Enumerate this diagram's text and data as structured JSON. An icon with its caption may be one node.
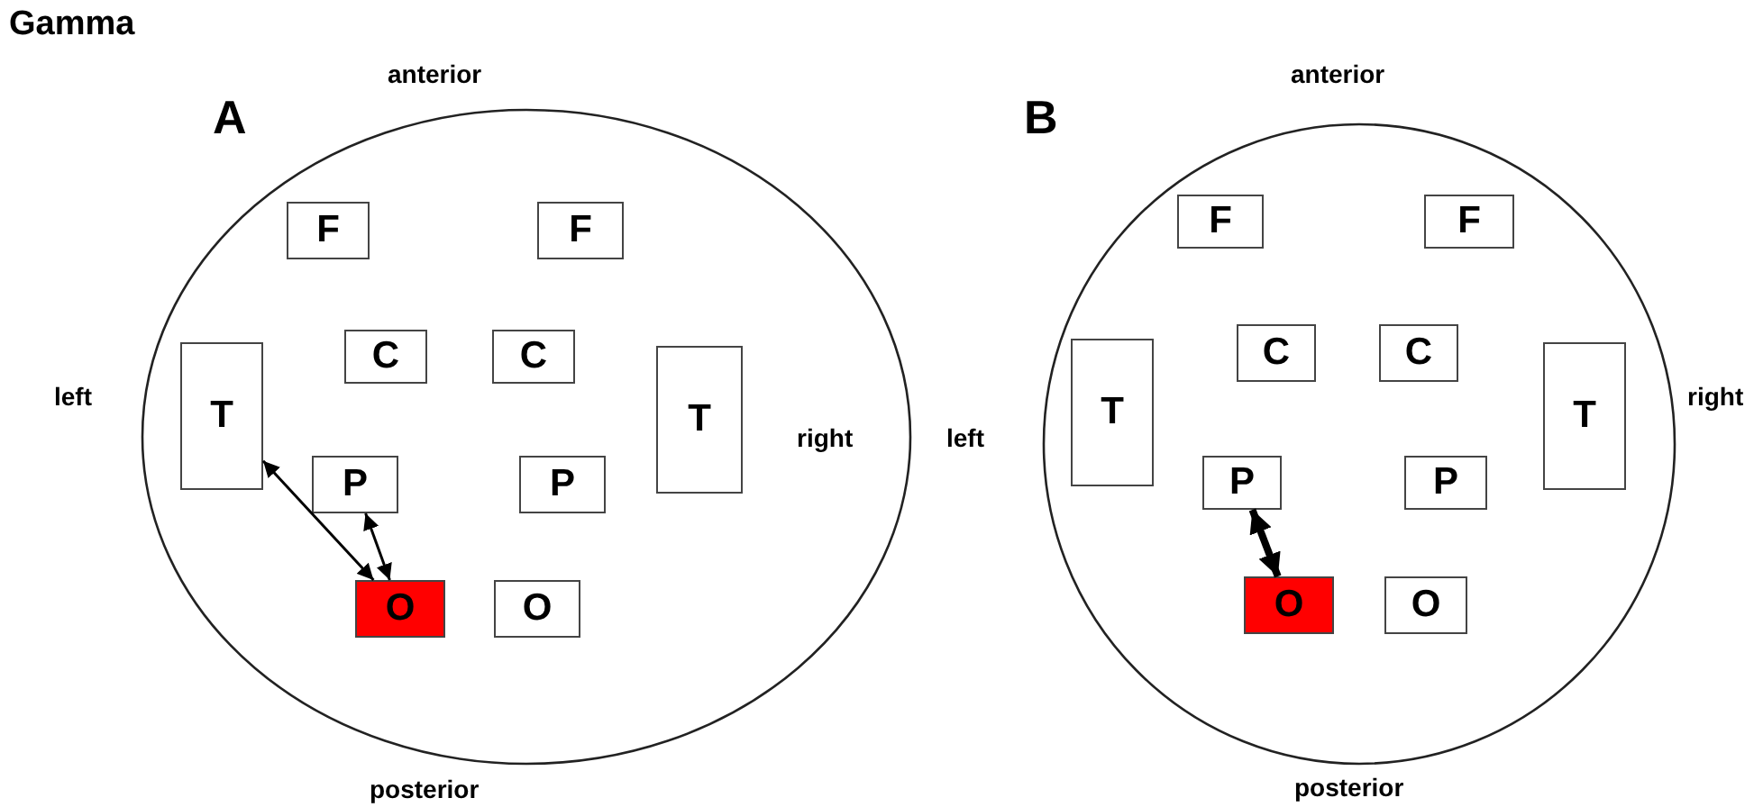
{
  "diagram": {
    "title": "Gamma",
    "nodes": [
      {
        "text": [],
        "shape": "circle"
      },
      {
        "text": [
          "F"
        ],
        "in": 0
      },
      {
        "text": [
          "F"
        ],
        "in": 0
      },
      {
        "text": [
          "T"
        ],
        "in": 0
      },
      {
        "text": [
          "C"
        ],
        "in": 0
      },
      {
        "text": [
          "C"
        ],
        "in": 0
      },
      {
        "text": [
          "T"
        ],
        "in": 0
      },
      {
        "text": [
          "P"
        ],
        "in": 0
      },
      {
        "text": [
          "P"
        ],
        "in": 0
      },
      {
        "text": [
          "O"
        ],
        "in": 0
      },
      {
        "text": [
          "O"
        ],
        "in": 0
      },
      {
        "text": [],
        "shape": "circle"
      },
      {
        "text": [
          "F"
        ],
        "in": 11
      },
      {
        "text": [
          "F"
        ],
        "in": 11
      },
      {
        "text": [
          "T"
        ],
        "in": 11
      },
      {
        "text": [
          "C"
        ],
        "in": 11
      },
      {
        "text": [
          "C"
        ],
        "in": 11
      },
      {
        "text": [
          "T"
        ],
        "in": 11
      },
      {
        "text": [
          "P"
        ],
        "in": 11
      },
      {
        "text": [
          "P"
        ],
        "in": 11
      },
      {
        "text": [
          "O"
        ],
        "in": 11
      },
      {
        "text": [
          "O"
        ],
        "in": 11
      }
    ],
    "edges": [
      {
        "from": 3,
        "to": 9,
        "arrow": "both"
      },
      {
        "from": 7,
        "to": 9,
        "arrow": "both"
      },
      {
        "from": 18,
        "to": 20,
        "arrow": "both",
        "style": "thick"
      }
    ],
    "labels": [
      "A",
      "anterior",
      "left",
      "right",
      "posterior",
      "B",
      "anterior",
      "left",
      "right",
      "posterior"
    ]
  }
}
